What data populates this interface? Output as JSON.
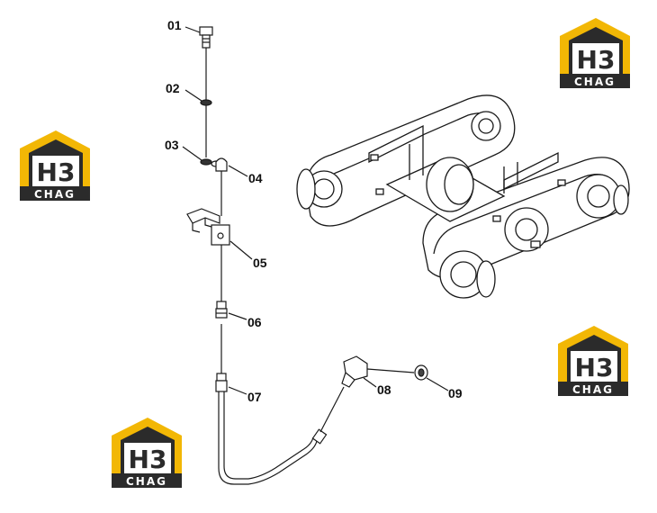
{
  "diagram": {
    "part_labels": [
      "01",
      "02",
      "03",
      "04",
      "05",
      "06",
      "07",
      "08",
      "09"
    ],
    "colors": {
      "line": "#1a1a1a",
      "logo_yellow": "#f2b705",
      "logo_dark": "#2b2b2b",
      "logo_text": "#ffffff"
    }
  },
  "logos": [
    {
      "mark": "H3",
      "caption": "CHAG"
    },
    {
      "mark": "H3",
      "caption": "CHAG"
    },
    {
      "mark": "H3",
      "caption": "CHAG"
    },
    {
      "mark": "H3",
      "caption": "CHAG"
    }
  ]
}
